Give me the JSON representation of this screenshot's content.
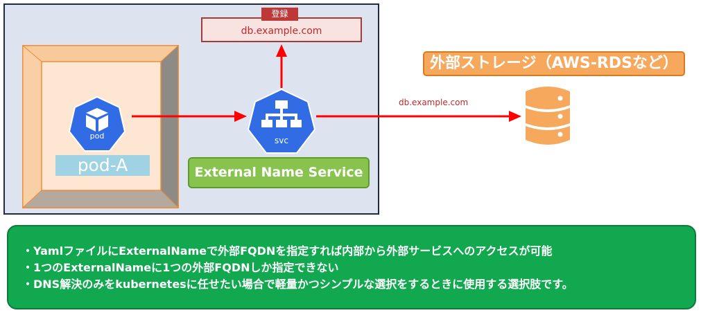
{
  "pod": {
    "icon_label": "pod",
    "name": "pod-A"
  },
  "service": {
    "icon_label": "svc",
    "name": "External Name Service"
  },
  "registration": {
    "tag": "登録",
    "domain": "db.example.com"
  },
  "external_storage": {
    "title": "外部ストレージ（AWS-RDSなど）",
    "link_label": "db.example.com"
  },
  "notes": [
    "・YamlファイルにExternalNameで外部FQDNを指定すれば内部から外部サービスへのアクセスが可能",
    "・1つのExternalNameに1つの外部FQDNしか指定できない",
    "・DNS解決のみをkubernetesに任せたい場合で軽量かつシンプルな選択をするときに使用する選択肢です。"
  ],
  "colors": {
    "arrow": "#ff0000",
    "k8s_blue": "#326ce5",
    "pod_box": "#f7c9a1",
    "service_green": "#88c44d",
    "storage_orange": "#f6a85d",
    "notes_green": "#12a850"
  }
}
